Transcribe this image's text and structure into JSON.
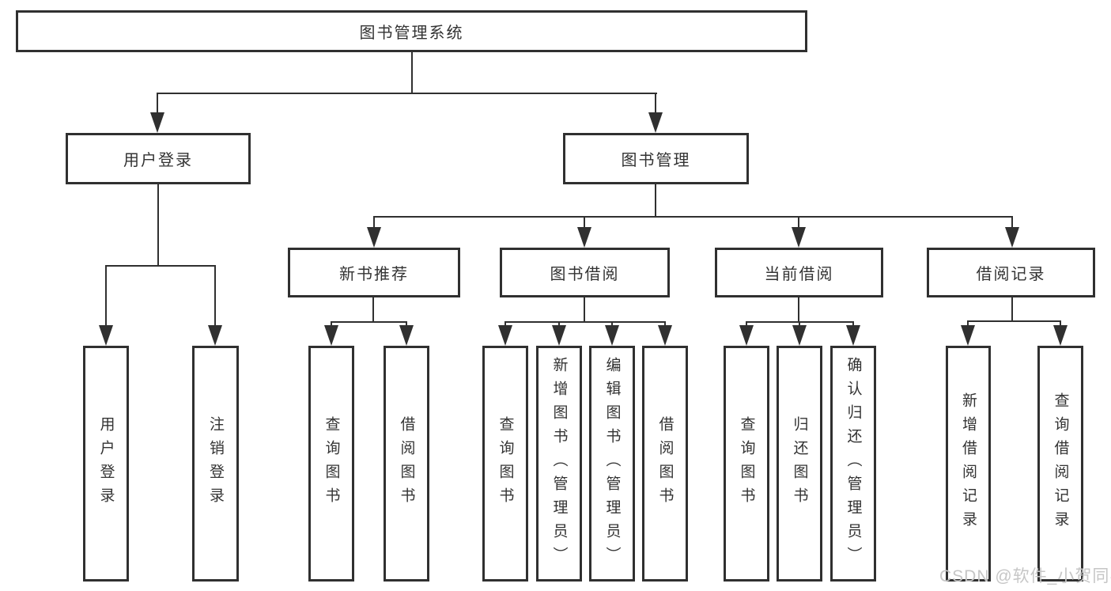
{
  "diagram_title": "图书管理系统",
  "tree": {
    "root": {
      "label": "图书管理系统"
    },
    "branches": [
      {
        "label": "用户登录",
        "children": [
          {
            "label": "用户登录"
          },
          {
            "label": "注销登录"
          }
        ]
      },
      {
        "label": "图书管理",
        "groups": [
          {
            "label": "新书推荐",
            "children": [
              {
                "label": "查询图书"
              },
              {
                "label": "借阅图书"
              }
            ]
          },
          {
            "label": "图书借阅",
            "children": [
              {
                "label": "查询图书"
              },
              {
                "label": "新增图书（管理员）"
              },
              {
                "label": "编辑图书（管理员）"
              },
              {
                "label": "借阅图书"
              }
            ]
          },
          {
            "label": "当前借阅",
            "children": [
              {
                "label": "查询图书"
              },
              {
                "label": "归还图书"
              },
              {
                "label": "确认归还（管理员）"
              }
            ]
          },
          {
            "label": "借阅记录",
            "children": [
              {
                "label": "新增借阅记录"
              },
              {
                "label": "查询借阅记录"
              }
            ]
          }
        ]
      }
    ]
  },
  "watermark": {
    "text": "CSDN @软件_小贺同学"
  },
  "colors": {
    "line": "#303030",
    "text": "#333333",
    "watermark": "#c6c6c6",
    "background": "#ffffff"
  }
}
